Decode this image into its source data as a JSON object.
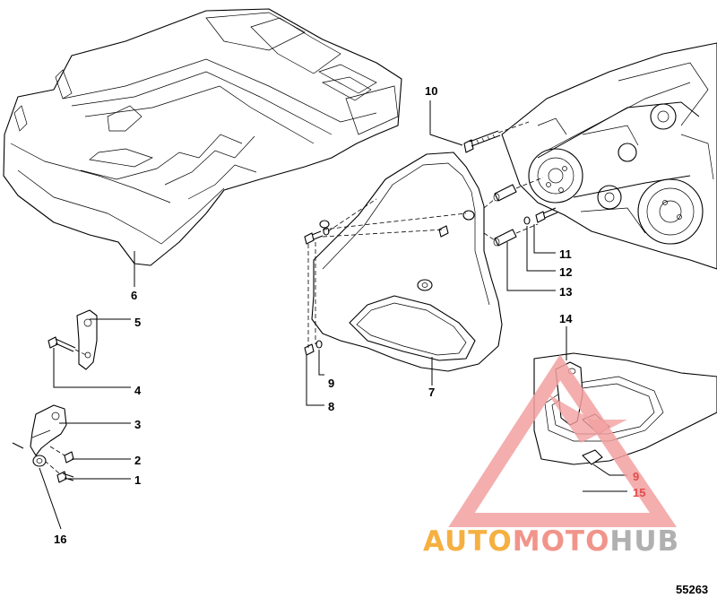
{
  "figure_number": "55263",
  "watermark": {
    "part1": "AUTO",
    "part2": "MOTO",
    "part3": "HUB",
    "color_auto": "#f5b041",
    "color_moto": "#f1948a",
    "color_hub": "#b0b0b0",
    "triangle_color": "#f2a0a0"
  },
  "callouts": {
    "c1": "1",
    "c2": "2",
    "c3": "3",
    "c4": "4",
    "c5": "5",
    "c6": "6",
    "c7": "7",
    "c8": "8",
    "c9a": "9",
    "c9b": "9",
    "c10": "10",
    "c11": "11",
    "c12": "12",
    "c13": "13",
    "c14": "14",
    "c15": "15",
    "c16": "16"
  }
}
